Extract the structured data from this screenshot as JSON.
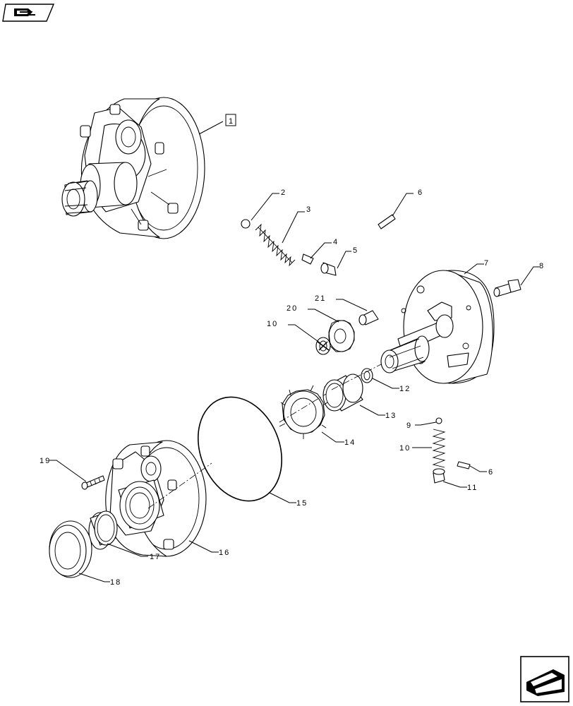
{
  "toolbar": {
    "top_left_icon": "previous-page-icon",
    "bottom_right_icon": "next-page-icon"
  },
  "callouts": {
    "c1": "1",
    "c2": "2",
    "c3": "3",
    "c4": "4",
    "c5": "5",
    "c6a": "6",
    "c6b": "6",
    "c7": "7",
    "c8": "8",
    "c9": "9",
    "c10a": "10",
    "c10b": "10",
    "c11": "11",
    "c12": "12",
    "c13": "13",
    "c14": "14",
    "c15": "15",
    "c16": "16",
    "c17": "17",
    "c18": "18",
    "c19": "19",
    "c20": "20",
    "c21": "21"
  }
}
